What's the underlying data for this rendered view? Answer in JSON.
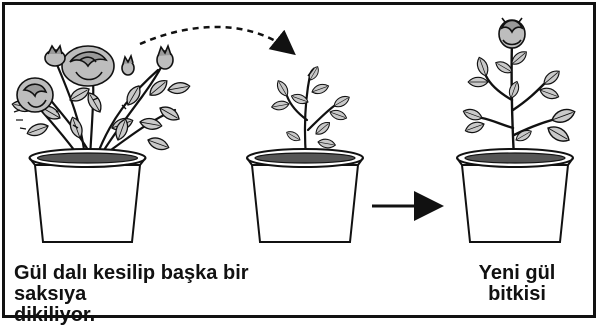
{
  "captions": {
    "left_line1": "Gül dalı kesilip başka bir saksıya",
    "left_line2": "dikiliyor.",
    "right_line1": "Yeni gül",
    "right_line2": "bitkisi"
  },
  "colors": {
    "ink": "#111111",
    "leaf_fill": "#c9c9c9",
    "leaf_dark": "#8a8a8a",
    "petal_fill": "#bdbdbd",
    "pot_fill": "#ffffff",
    "soil": "#555555"
  },
  "icons": {
    "pot": "flower-pot-icon",
    "rose_bush": "rose-bush-icon",
    "cutting": "rose-cutting-icon",
    "new_plant": "new-rose-plant-icon",
    "arrow_dashed": "curved-dashed-arrow-icon",
    "arrow_solid": "right-arrow-icon"
  }
}
